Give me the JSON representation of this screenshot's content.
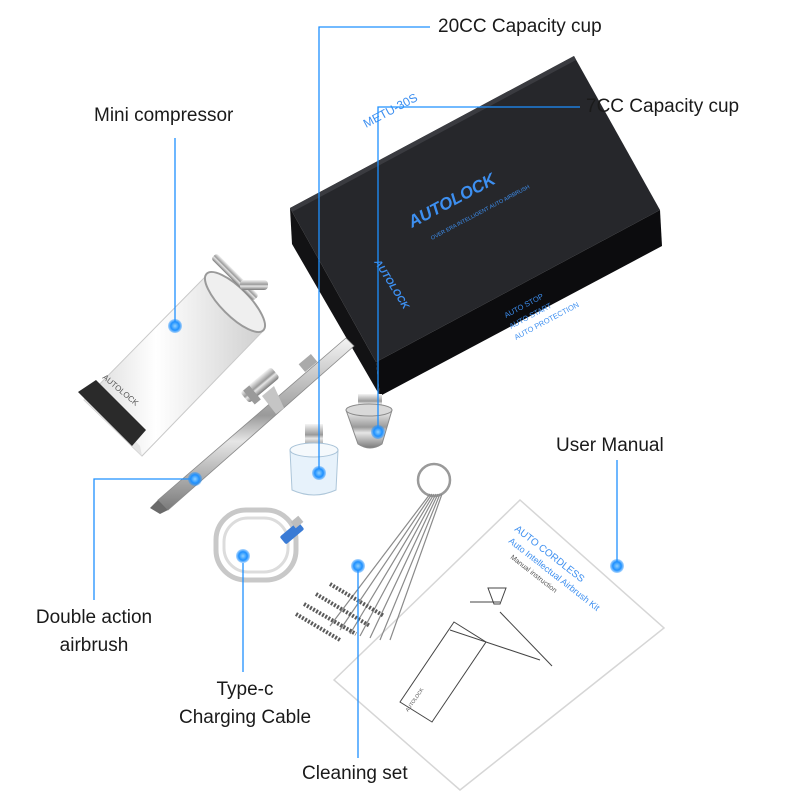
{
  "labels": {
    "cup20": "20CC Capacity cup",
    "cup7": "7CC Capacity cup",
    "compressor": "Mini compressor",
    "manual": "User Manual",
    "airbrush_line1": "Double action",
    "airbrush_line2": "airbrush",
    "cable_line1": "Type-c",
    "cable_line2": "Charging Cable",
    "cleaning": "Cleaning set"
  },
  "box": {
    "model": "METU-30S",
    "brand": "AUTOLOCK",
    "tagline": "OVER ERA INTELLIGENT AUTO AIRBRUSH",
    "feature1": "AUTO STOP",
    "feature2": "AUTO START",
    "feature3": "AUTO PROTECTION"
  },
  "compressor_brand": "AUTOLOCK",
  "manual_page": {
    "line1": "AUTO CORDLESS",
    "line2": "Auto Intellectual Airbrush Kit",
    "line3": "Manual instruction",
    "mini_brand": "AUTOLOCK"
  },
  "colors": {
    "accent": "#1e90ff",
    "box": "#1b1c1f",
    "box_text": "#3d8ff0"
  }
}
